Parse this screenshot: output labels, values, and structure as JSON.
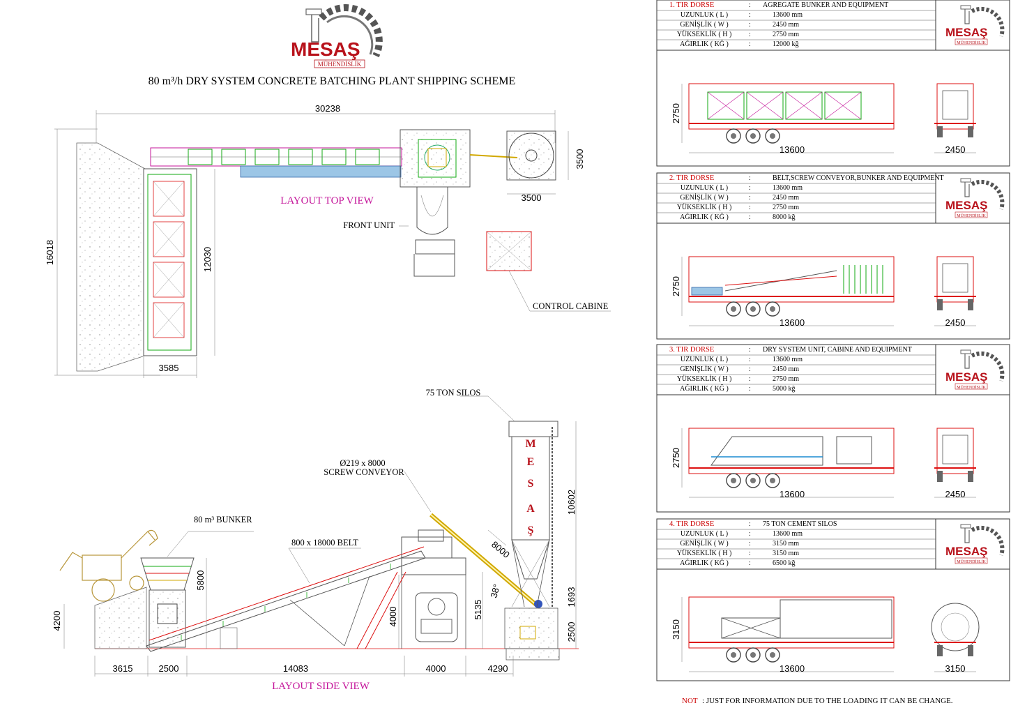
{
  "header": {
    "logo_text": "MESAŞ",
    "logo_sub": "MÜHENDİSLİK",
    "title": "80 m³/h DRY SYSTEM CONCRETE BATCHING PLANT SHIPPING SCHEME"
  },
  "top_view": {
    "label": "LAYOUT TOP VIEW",
    "front_unit": "FRONT UNIT",
    "control_cabine": "CONTROL CABINE",
    "dims": {
      "overall_length": "30238",
      "overall_width": "16018",
      "bunker_length": "12030",
      "bunker_width": "3585",
      "silo_w": "3500",
      "silo_h": "3500"
    }
  },
  "side_view": {
    "label": "LAYOUT SIDE VIEW",
    "silos": "75 TON SILOS",
    "silo_letters": [
      "M",
      "E",
      "S",
      "A",
      "Ş"
    ],
    "screw": "Ø219 x 8000",
    "screw2": "SCREW CONVEYOR",
    "bunker": "80 m³ BUNKER",
    "belt": "800 x 18000 BELT",
    "dims": {
      "d3615": "3615",
      "d2500a": "2500",
      "d14083": "14083",
      "d4000a": "4000",
      "d4290": "4290",
      "d4200": "4200",
      "d5800": "5800",
      "d4000b": "4000",
      "d5135": "5135",
      "d8000": "8000",
      "angle": "38°",
      "d10602": "10602",
      "d1693": "1693",
      "d2500b": "2500"
    }
  },
  "trucks": [
    {
      "title": "1. TIR DORSE",
      "desc": "AGREGATE BUNKER AND EQUIPMENT",
      "rows": [
        [
          "UZUNLUK ( L )",
          ":",
          "13600 mm"
        ],
        [
          "GENİŞLİK ( W )",
          ":",
          "2450 mm"
        ],
        [
          "YÜKSEKLİK ( H )",
          ":",
          "2750 mm"
        ],
        [
          "AĞIRLIK ( KĞ )",
          ":",
          "12000 kğ"
        ]
      ],
      "h": "2750",
      "l": "13600",
      "w": "2450"
    },
    {
      "title": "2. TIR DORSE",
      "desc": "BELT,SCREW CONVEYOR,BUNKER AND EQUIPMENT",
      "rows": [
        [
          "UZUNLUK ( L )",
          ":",
          "13600 mm"
        ],
        [
          "GENİŞLİK ( W )",
          ":",
          "2450 mm"
        ],
        [
          "YÜKSEKLİK ( H )",
          ":",
          "2750 mm"
        ],
        [
          "AĞIRLIK ( KĞ )",
          ":",
          "8000 kğ"
        ]
      ],
      "h": "2750",
      "l": "13600",
      "w": "2450"
    },
    {
      "title": "3. TIR DORSE",
      "desc": "DRY SYSTEM UNIT, CABINE AND EQUIPMENT",
      "rows": [
        [
          "UZUNLUK ( L )",
          ":",
          "13600 mm"
        ],
        [
          "GENİŞLİK ( W )",
          ":",
          "2450 mm"
        ],
        [
          "YÜKSEKLİK ( H )",
          ":",
          "2750 mm"
        ],
        [
          "AĞIRLIK ( KĞ )",
          ":",
          "5000 kğ"
        ]
      ],
      "h": "2750",
      "l": "13600",
      "w": "2450"
    },
    {
      "title": "4. TIR DORSE",
      "desc": "75 TON CEMENT SILOS",
      "rows": [
        [
          "UZUNLUK ( L )",
          ":",
          "13600 mm"
        ],
        [
          "GENİŞLİK ( W )",
          ":",
          "3150 mm"
        ],
        [
          "YÜKSEKLİK ( H )",
          ":",
          "3150 mm"
        ],
        [
          "AĞIRLIK ( KĞ )",
          ":",
          "6500 kğ"
        ]
      ],
      "h": "3150",
      "l": "13600",
      "w": "3150"
    }
  ],
  "footer": {
    "not": "NOT",
    "note": ": JUST FOR INFORMATION DUE TO THE LOADING IT CAN BE CHANGE."
  }
}
